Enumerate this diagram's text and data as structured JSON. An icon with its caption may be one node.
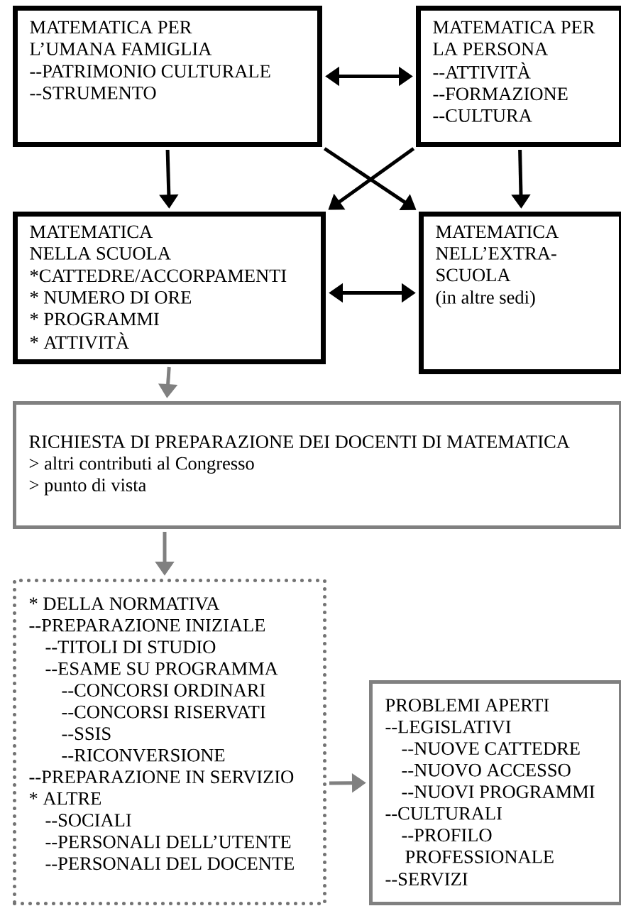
{
  "diagram": {
    "nodes": [
      {
        "text": [
          "MATEMATICA PER L’UMANA FAMIGLIA",
          "--PATRIMONIO CULTURALE",
          "--STRUMENTO"
        ]
      },
      {
        "text": [
          "MATEMATICA PER LA PERSONA",
          "--ATTIVITÀ",
          "--FORMAZIONE",
          "--CULTURA"
        ]
      },
      {
        "text": [
          "MATEMATICA NELLA SCUOLA",
          "*CATTEDRE/ACCORPAMENTI",
          "* NUMERO DI ORE",
          "* PROGRAMMI",
          "* ATTIVITÀ"
        ]
      },
      {
        "text": [
          "MATEMATICA NELL’EXTRA-SCUOLA",
          "(in altre sedi)"
        ]
      },
      {
        "text": [
          "RICHIESTA DI PREPARAZIONE DEI DOCENTI DI MATEMATICA",
          "> altri contributi al Congresso",
          "> punto di vista"
        ]
      },
      {
        "text": [
          "* DELLA NORMATIVA",
          "--PREPARAZIONE INIZIALE",
          "--TITOLI DI STUDIO",
          "--ESAME SU PROGRAMMA",
          "--CONCORSI ORDINARI",
          "--CONCORSI RISERVATI",
          "--SSIS",
          "--RICONVERSIONE",
          "--PREPARAZIONE IN SERVIZIO",
          "* ALTRE",
          "--SOCIALI",
          "--PERSONALI DELL’UTENTE",
          "--PERSONALI DEL DOCENTE"
        ]
      },
      {
        "text": [
          "PROBLEMI APERTI",
          "--LEGISLATIVI",
          "--NUOVE CATTEDRE",
          "--NUOVO ACCESSO",
          "--NUOVI PROGRAMMI",
          "--CULTURALI",
          "--PROFILO PROFESSIONALE",
          "--SERVIZI"
        ]
      }
    ],
    "edges": [
      {
        "from": 0,
        "to": 1,
        "arrow": "both"
      },
      {
        "from": 0,
        "to": 2,
        "arrow": "to"
      },
      {
        "from": 0,
        "to": 3,
        "arrow": "to"
      },
      {
        "from": 1,
        "to": 2,
        "arrow": "to"
      },
      {
        "from": 1,
        "to": 3,
        "arrow": "to"
      },
      {
        "from": 2,
        "to": 3,
        "arrow": "both"
      },
      {
        "from": 2,
        "to": 4,
        "arrow": "to",
        "color": "#808080"
      },
      {
        "from": 4,
        "to": 5,
        "arrow": "to",
        "color": "#808080"
      },
      {
        "from": 5,
        "to": 6,
        "arrow": "to",
        "color": "#808080"
      }
    ]
  }
}
